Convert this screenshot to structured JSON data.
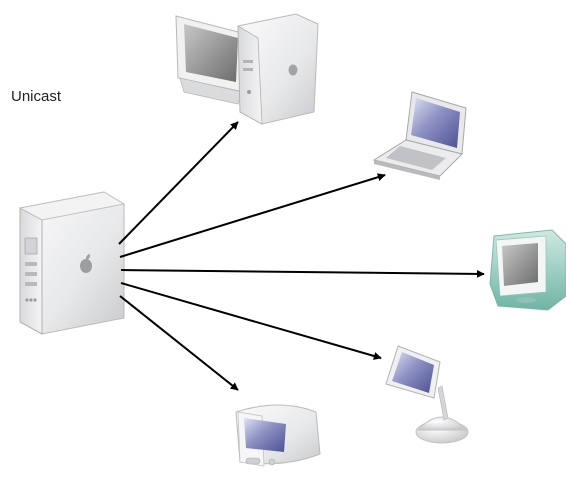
{
  "diagram": {
    "title": "Unicast",
    "source": {
      "name": "server",
      "icon": "power-mac-g4-tower-icon"
    },
    "destinations": [
      {
        "name": "desktop-with-monitor",
        "icon": "desktop-tower-with-monitor-icon"
      },
      {
        "name": "laptop",
        "icon": "laptop-icon"
      },
      {
        "name": "imac",
        "icon": "imac-g3-icon"
      },
      {
        "name": "flat-panel-imac",
        "icon": "imac-g4-icon"
      },
      {
        "name": "emac",
        "icon": "emac-icon"
      }
    ],
    "arrow_color": "#000000"
  }
}
